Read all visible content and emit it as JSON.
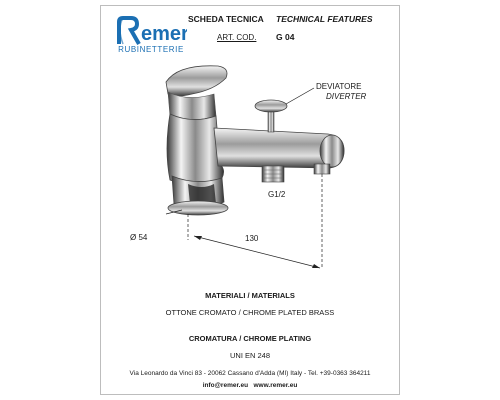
{
  "brand": {
    "name": "Remer",
    "tagline": "RUBINETTERIE",
    "color": "#1b6fb3"
  },
  "header": {
    "title_it": "SCHEDA TECNICA",
    "title_en": "TECHNICAL FEATURES",
    "art_label": "ART. COD.",
    "art_code": "G 04"
  },
  "drawing": {
    "diverter_it": "DEVIATORE",
    "diverter_en": "DIVERTER",
    "thread": "G1/2",
    "diameter": "Ø 54",
    "length": "130"
  },
  "specs": {
    "materials_heading": "MATERIALI / MATERIALS",
    "materials_value": "OTTONE CROMATO / CHROME PLATED BRASS",
    "plating_heading": "CROMATURA / CHROME PLATING",
    "standard": "UNI EN 248"
  },
  "footer": {
    "address": "Via Leonardo da Vinci 83 - 20062 Cassano d'Adda (MI) Italy - Tel. +39-0363 364211",
    "contacts": "info@remer.eu   www.remer.eu"
  }
}
